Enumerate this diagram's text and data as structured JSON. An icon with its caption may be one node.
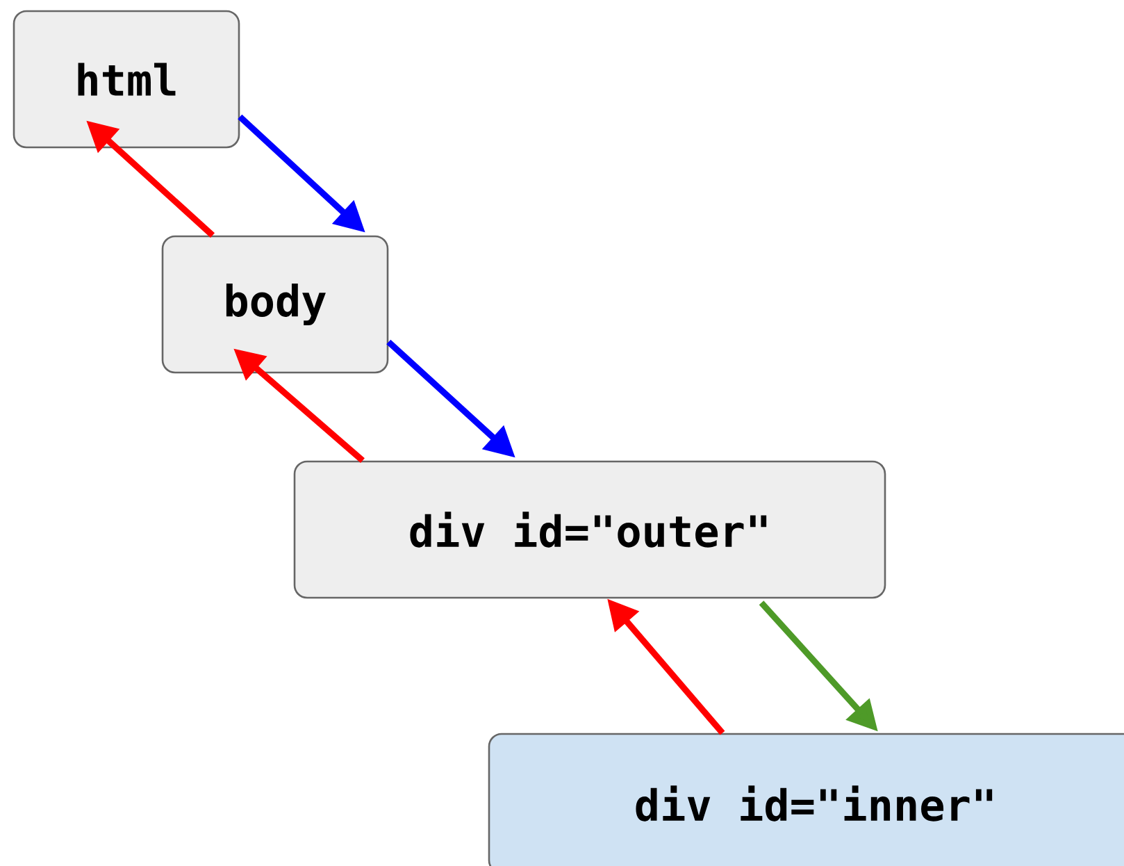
{
  "diagram": {
    "nodes": [
      {
        "text": [
          "html"
        ]
      },
      {
        "text": [
          "body"
        ]
      },
      {
        "text": [
          "div id=\"outer\""
        ]
      },
      {
        "text": [
          "div id=\"inner\""
        ]
      }
    ],
    "edges": [
      {
        "from": 0,
        "to": 1,
        "arrow": "to",
        "color": "#0000ff"
      },
      {
        "from": 1,
        "to": 0,
        "arrow": "to"
      },
      {
        "from": 1,
        "to": 2,
        "arrow": "to",
        "color": "#0000ff"
      },
      {
        "from": 2,
        "to": 1,
        "arrow": "to"
      },
      {
        "from": 2,
        "to": 3,
        "arrow": "to",
        "color": "#4e9a28"
      },
      {
        "from": 3,
        "to": 2,
        "arrow": "to"
      }
    ]
  }
}
